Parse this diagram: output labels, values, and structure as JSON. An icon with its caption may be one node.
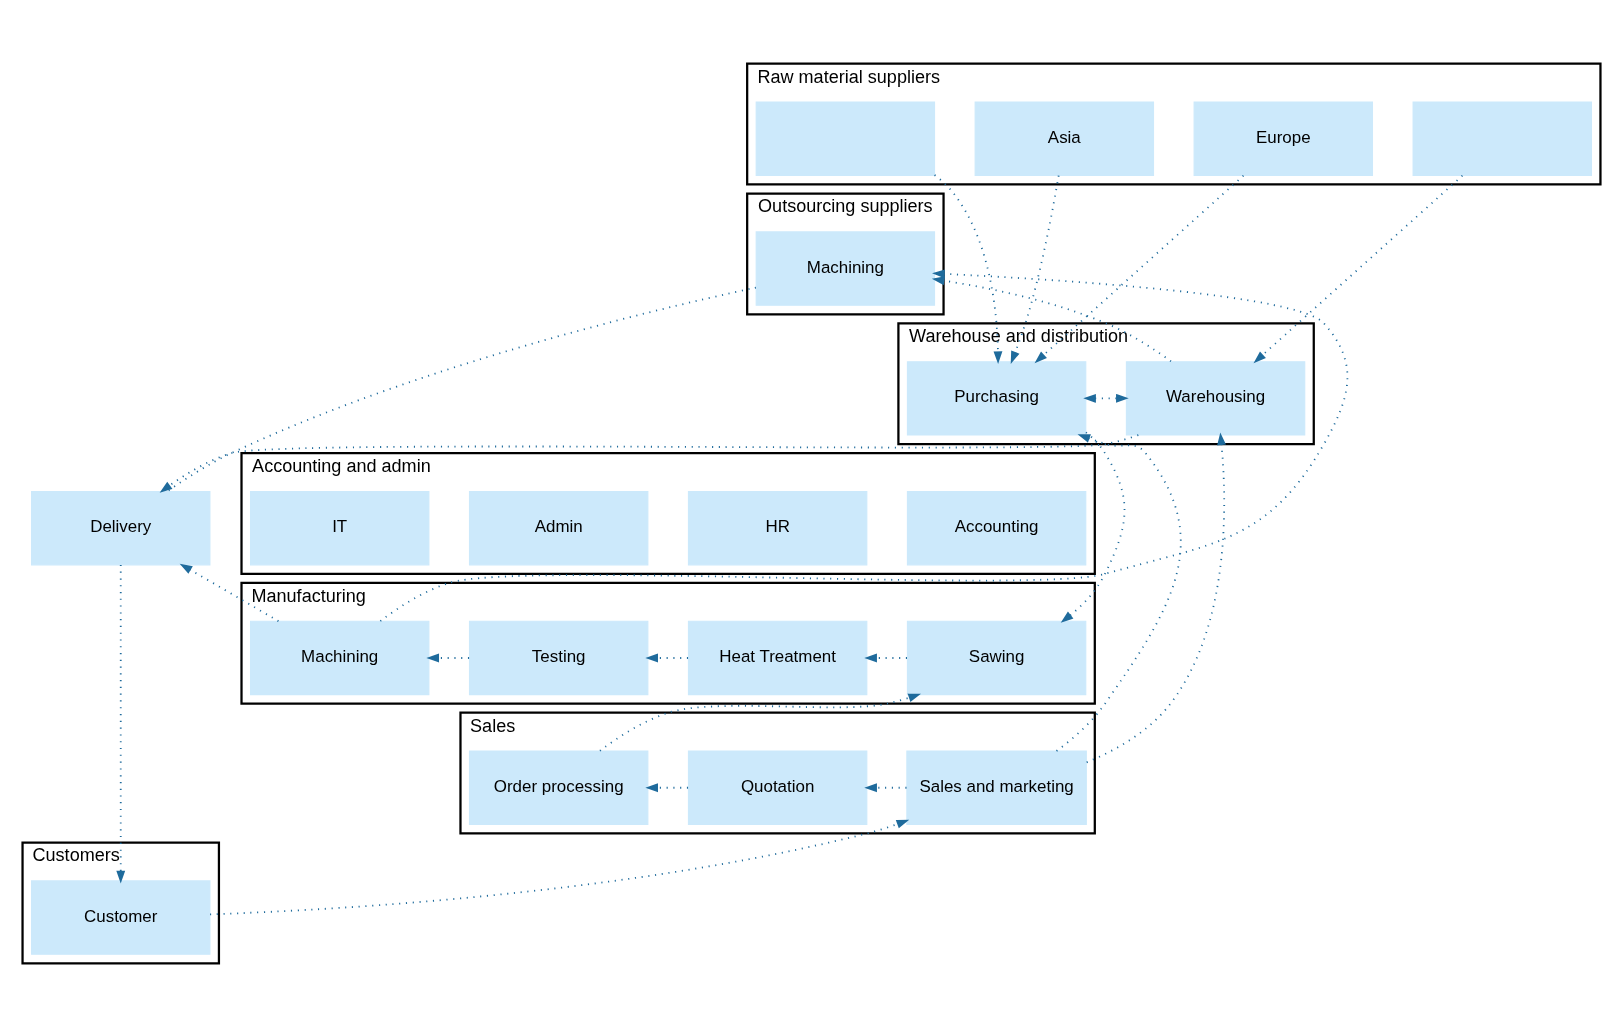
{
  "diagram": {
    "nodes": [
      {
        "text": [
          "Raw material suppliers"
        ]
      },
      {
        "text": [],
        "shape": "box",
        "in": 0
      },
      {
        "text": [],
        "shape": "box",
        "in": 0
      },
      {
        "text": [
          "Europe"
        ],
        "in": 0
      },
      {
        "text": [
          "Asia"
        ],
        "in": 0
      },
      {
        "text": [
          "Outsourcing suppliers"
        ]
      },
      {
        "text": [
          "Machining"
        ],
        "in": 5
      },
      {
        "text": [
          "Delivery"
        ]
      },
      {
        "text": [
          "Warehouse and distribution"
        ]
      },
      {
        "text": [
          "Purchasing"
        ],
        "in": 8
      },
      {
        "text": [
          "Warehousing"
        ],
        "in": 8
      },
      {
        "text": [
          "Accounting and admin"
        ]
      },
      {
        "text": [
          "Accounting"
        ],
        "in": 11
      },
      {
        "text": [
          "HR"
        ],
        "in": 11
      },
      {
        "text": [
          "Admin"
        ],
        "in": 11
      },
      {
        "text": [
          "IT"
        ],
        "in": 11
      },
      {
        "text": [
          "Manufacturing"
        ]
      },
      {
        "text": [
          "Sawing"
        ],
        "in": 16
      },
      {
        "text": [
          "Heat Treatment"
        ],
        "in": 16
      },
      {
        "text": [
          "Testing"
        ],
        "in": 16
      },
      {
        "text": [
          "Machining"
        ],
        "in": 16
      },
      {
        "text": [
          "Sales"
        ]
      },
      {
        "text": [
          "Sales and marketing"
        ],
        "in": 21
      },
      {
        "text": [
          "Quotation"
        ],
        "in": 21
      },
      {
        "text": [
          "Order processing"
        ],
        "in": 21
      },
      {
        "text": [
          "Customers"
        ]
      },
      {
        "text": [
          "Customer"
        ],
        "in": 25
      }
    ],
    "edges": [
      {
        "from": 1,
        "to": 9,
        "arrow": "to"
      },
      {
        "from": 3,
        "to": 9,
        "arrow": "to"
      },
      {
        "from": 4,
        "to": 9,
        "arrow": "to"
      },
      {
        "from": 2,
        "to": 10,
        "arrow": "to"
      },
      {
        "from": 9,
        "to": 10,
        "arrow": "both"
      },
      {
        "from": 22,
        "to": 9,
        "arrow": "to"
      },
      {
        "from": 22,
        "to": 10,
        "arrow": "to"
      },
      {
        "from": 10,
        "to": 6,
        "arrow": "to"
      },
      {
        "from": 10,
        "to": 7,
        "arrow": "to"
      },
      {
        "from": 6,
        "to": 7,
        "arrow": "none"
      },
      {
        "from": 9,
        "to": 17,
        "arrow": "to"
      },
      {
        "from": 24,
        "to": 17,
        "arrow": "to"
      },
      {
        "from": 17,
        "to": 18,
        "arrow": "to"
      },
      {
        "from": 18,
        "to": 19,
        "arrow": "to"
      },
      {
        "from": 19,
        "to": 20,
        "arrow": "to"
      },
      {
        "from": 20,
        "to": 7,
        "arrow": "to"
      },
      {
        "from": 20,
        "to": 6,
        "arrow": "to"
      },
      {
        "from": 7,
        "to": 26,
        "arrow": "to"
      },
      {
        "from": 26,
        "to": 22,
        "arrow": "to"
      },
      {
        "from": 22,
        "to": 23,
        "arrow": "to"
      },
      {
        "from": 23,
        "to": 24,
        "arrow": "to"
      }
    ]
  }
}
